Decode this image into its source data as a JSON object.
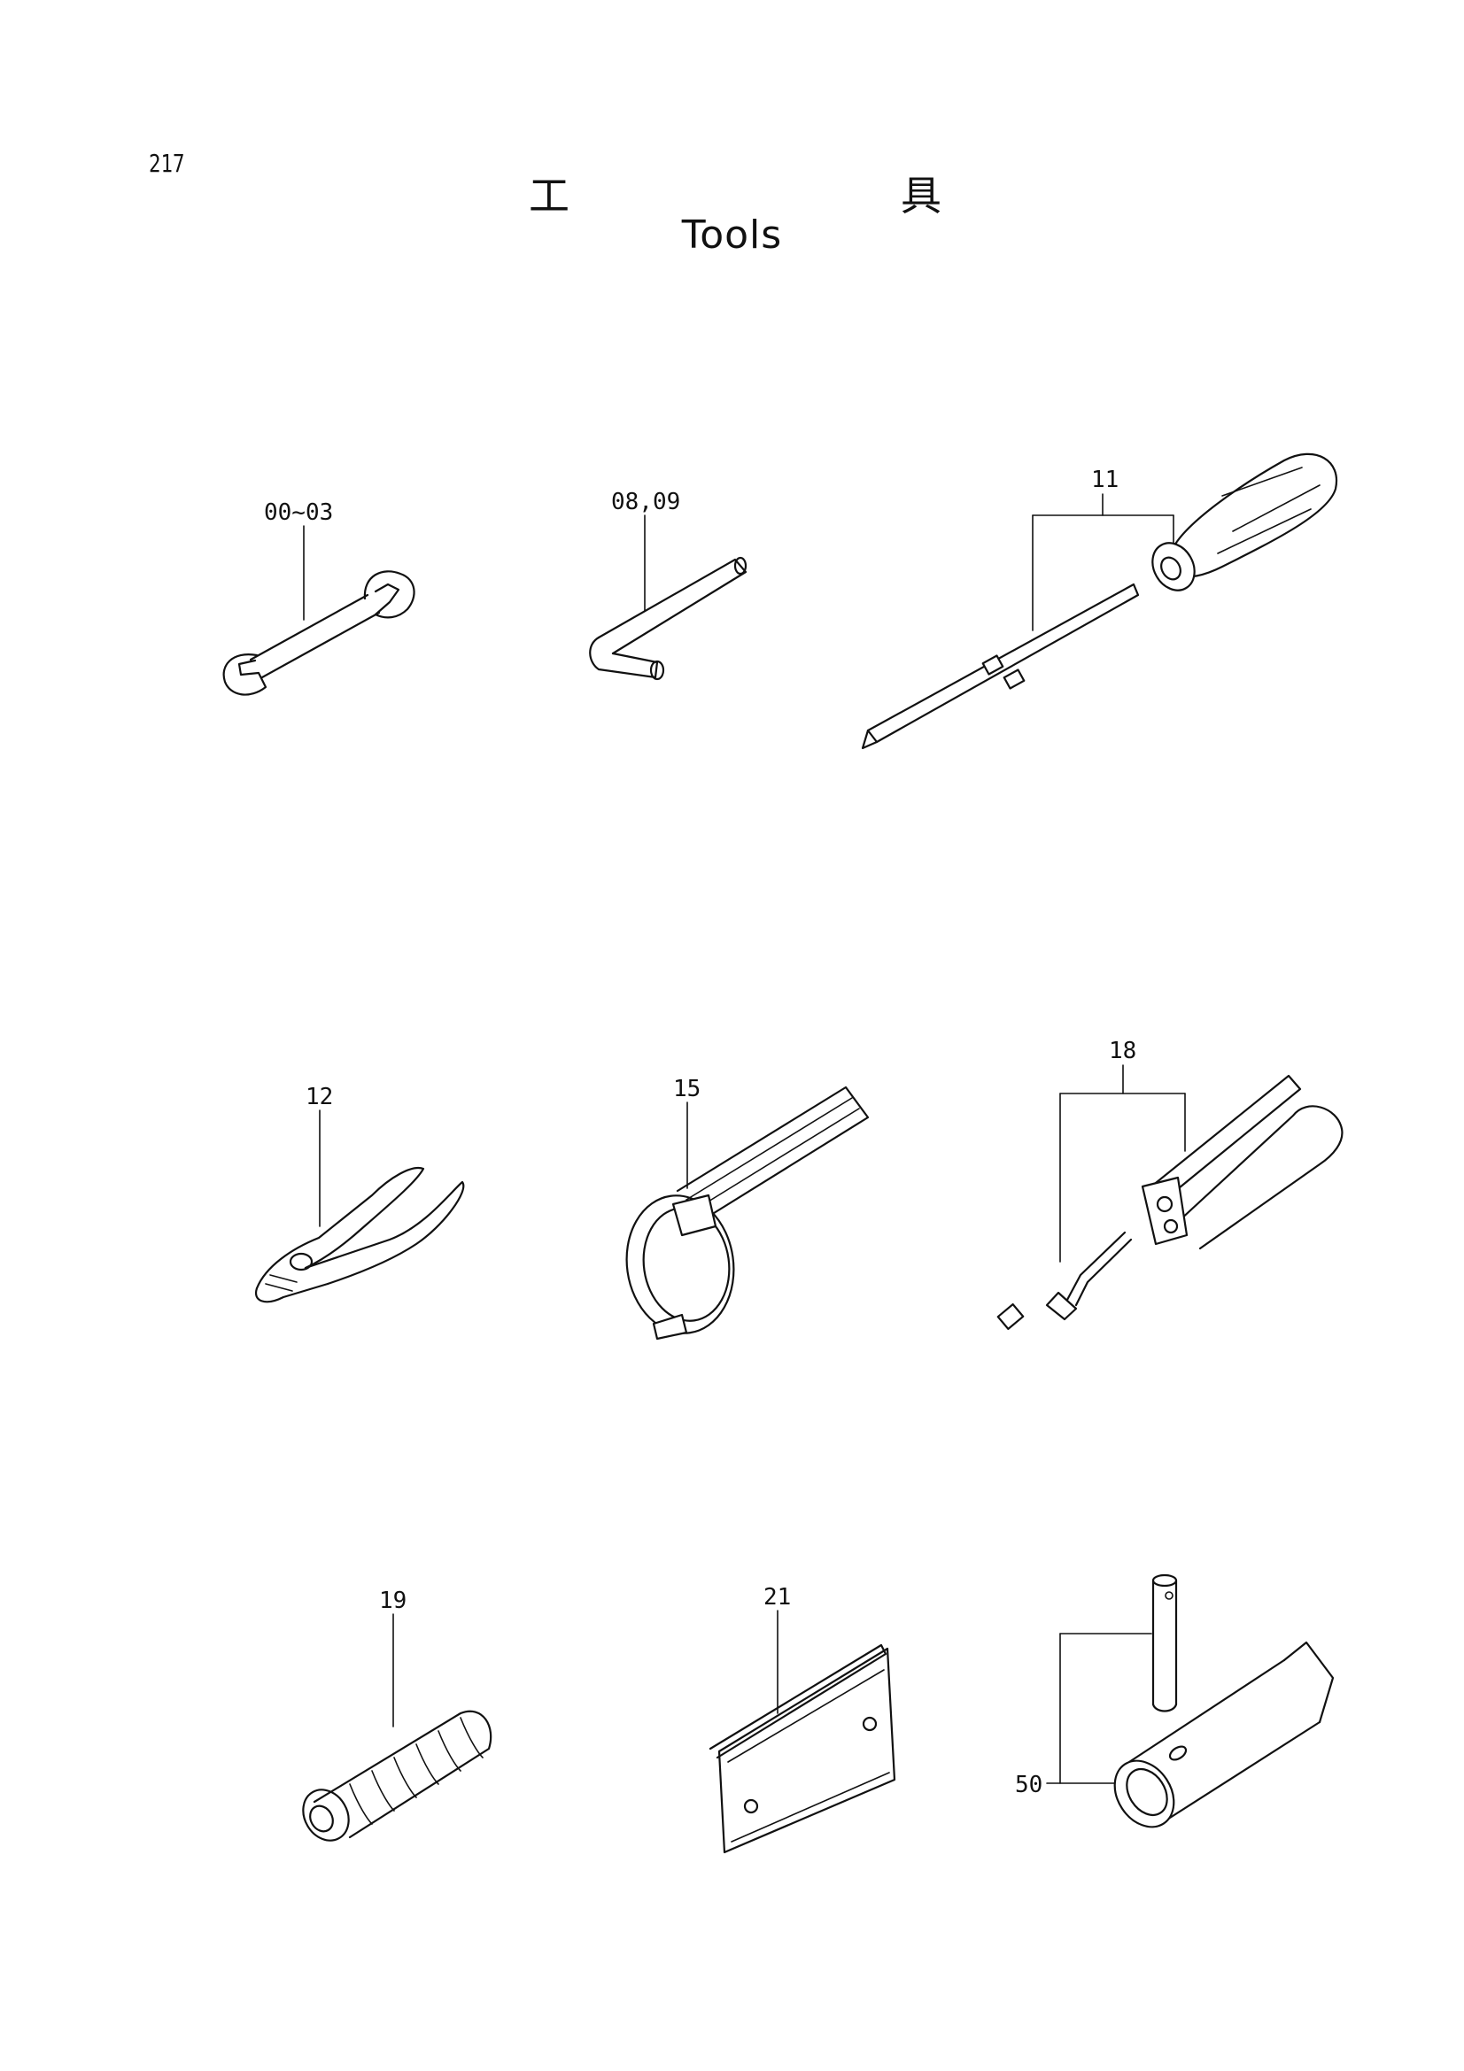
{
  "page": {
    "number": "217"
  },
  "title": {
    "jp_chars": [
      "工",
      "具"
    ],
    "en": "Tools"
  },
  "callouts": {
    "wrench": "00~03",
    "hex_key": "08,09",
    "screwdriver": "11",
    "pliers": "12",
    "filter_wrench": "15",
    "grease_gun": "18",
    "boot": "19",
    "tool_bag": "21",
    "box_wrench": "50"
  }
}
